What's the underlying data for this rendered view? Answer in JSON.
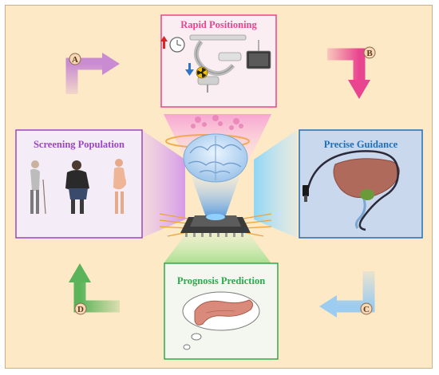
{
  "boxes": {
    "top": {
      "title": "Rapid Positioning",
      "color": "#e8448f"
    },
    "left": {
      "title": "Screening Population",
      "color": "#9a46c7"
    },
    "right": {
      "title": "Precise Guidance",
      "color": "#1e6fb8"
    },
    "bottom": {
      "title": "Prognosis Prediction",
      "color": "#2ea84d"
    }
  },
  "steps": {
    "a": {
      "label": "A",
      "color": "#c98cd2"
    },
    "b": {
      "label": "B",
      "color": "#e8448f"
    },
    "c": {
      "label": "C",
      "color": "#9cccef"
    },
    "d": {
      "label": "D",
      "color": "#5bb45a"
    }
  },
  "icons": [
    "clock-icon",
    "up-arrow-icon",
    "down-arrow-icon",
    "radiation-icon",
    "c-arm-machine-icon",
    "monitor-icon",
    "brain-icon",
    "chip-icon",
    "liver-icon",
    "endoscope-icon",
    "pancreas-icon",
    "thought-cloud-icon",
    "person-icon"
  ]
}
